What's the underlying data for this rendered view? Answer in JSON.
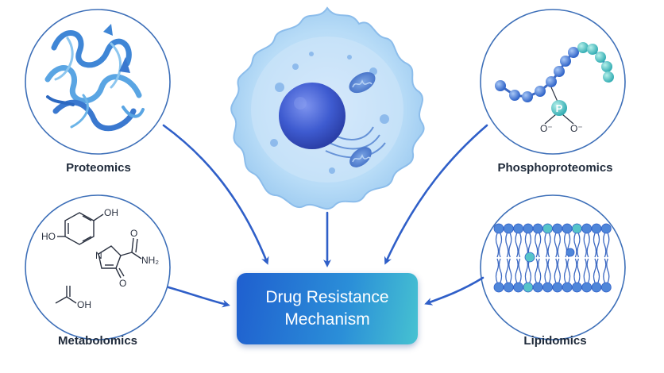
{
  "labels": {
    "proteomics": "Proteomics",
    "phosphoproteomics": "Phosphoproteomics",
    "metabolomics": "Metabolomics",
    "lipidomics": "Lipidomics"
  },
  "center": {
    "line1": "Drug Resistance",
    "line2": "Mechanism"
  },
  "molecules": {
    "oh_top": "OH",
    "ho_left": "HO",
    "nh2": "NH₂",
    "n_atom": "N",
    "o_ketone": "O",
    "o_amide": "O",
    "oh_acetic": "OH",
    "phosphate_p": "P",
    "o_minus_left": "O⁻",
    "o_minus_right": "O⁻"
  },
  "colors": {
    "arrow": "#2f5fc8",
    "circle_border": "#3d6fb8",
    "cell_membrane": "#a8d4f5",
    "nucleus": "#3a57c9",
    "lipid_head": "#4f86d9",
    "lipid_head_teal": "#56c4c9",
    "phosphate": "#4fc4c4"
  }
}
